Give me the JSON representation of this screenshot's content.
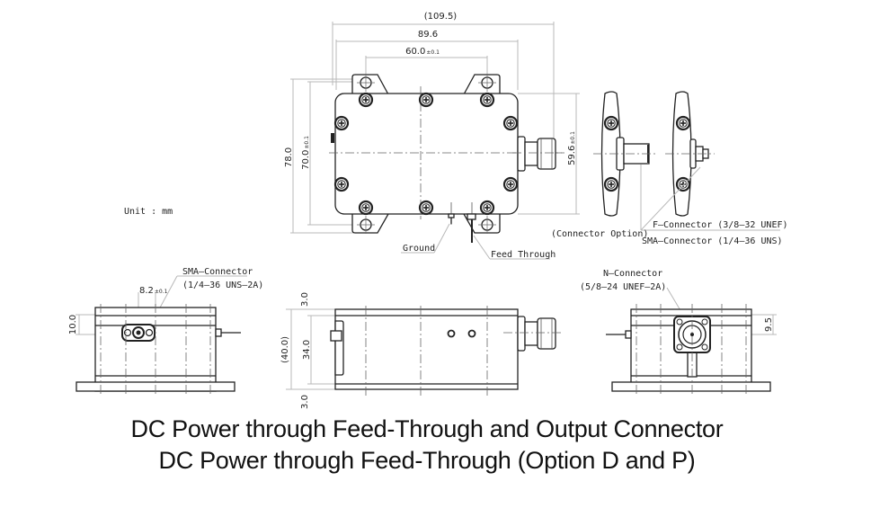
{
  "captions": {
    "line1": "DC Power through Feed-Through and Output Connector",
    "line2": "DC Power through Feed-Through (Option D and P)"
  },
  "unit_note": "Unit : mm",
  "dimensions": {
    "overall_width": "(109.5)",
    "body_width": "89.6",
    "hole_spacing": "60.0",
    "hole_spacing_tol": "±0.1",
    "flange_height": "78.0",
    "hole_height": "70.0",
    "hole_height_tol": "±0.1",
    "body_height": "59.6",
    "body_height_tol": "±0.1",
    "sma_offset": "8.2",
    "sma_offset_tol": "±0.1",
    "sma_height": "10.0",
    "top_flange": "3.0",
    "side_height": "34.0",
    "overall_height": "(40.0)",
    "bottom_flange": "3.0",
    "n_connector_height": "9.5"
  },
  "labels": {
    "ground": "Ground",
    "feed_through": "Feed Through",
    "connector_option": "(Connector Option)",
    "f_connector": "F–Connector (3/8–32 UNEF)",
    "sma_connector_option": "SMA–Connector (1/4–36 UNS)",
    "sma_connector": "SMA–Connector",
    "sma_thread": "(1/4–36 UNS–2A)",
    "n_connector": "N–Connector",
    "n_thread": "(5/8–24 UNEF–2A)"
  }
}
